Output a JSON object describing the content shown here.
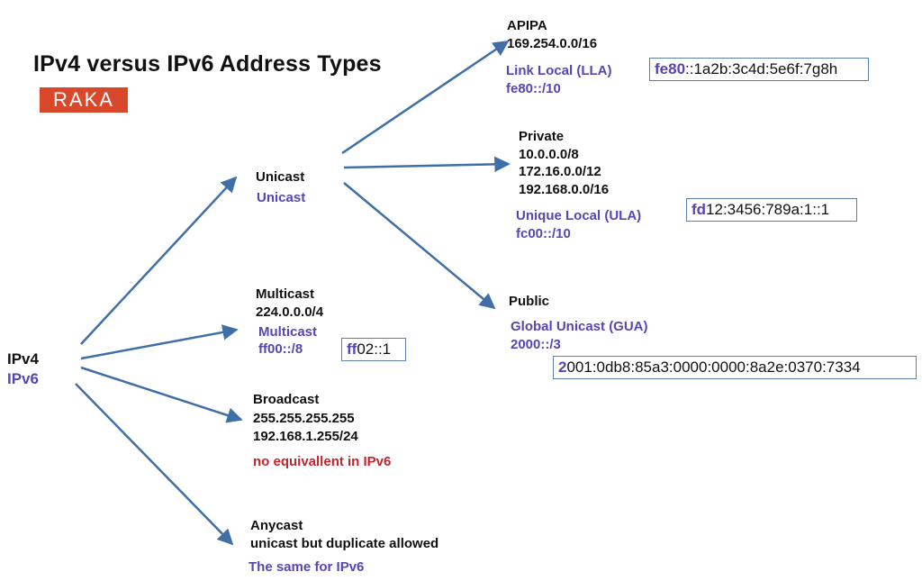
{
  "title": "IPv4 versus IPv6 Address Types",
  "logo": "RAKA",
  "root": {
    "ipv4": "IPv4",
    "ipv6": "IPv6"
  },
  "unicast": {
    "ipv4": "Unicast",
    "ipv6": "Unicast"
  },
  "multicast": {
    "ipv4_label": "Multicast",
    "ipv4_range": "224.0.0.0/4",
    "ipv6_label": "Multicast",
    "ipv6_range": "ff00::/8",
    "example_prefix": "ff",
    "example_rest": "02::1"
  },
  "broadcast": {
    "label": "Broadcast",
    "line1": "255.255.255.255",
    "line2": "192.168.1.255/24",
    "ipv6_note": "no equivallent in IPv6"
  },
  "anycast": {
    "label": "Anycast",
    "desc": "unicast but duplicate allowed",
    "ipv6_note": "The same for IPv6"
  },
  "apipa": {
    "label": "APIPA",
    "range": "169.254.0.0/16",
    "ipv6_label": "Link Local (LLA)",
    "ipv6_range": "fe80::/10",
    "example_prefix": "fe80",
    "example_rest": "::1a2b:3c4d:5e6f:7g8h"
  },
  "private": {
    "label": "Private",
    "range1": "10.0.0.0/8",
    "range2": "172.16.0.0/12",
    "range3": "192.168.0.0/16",
    "ipv6_label": "Unique Local (ULA)",
    "ipv6_range": "fc00::/10",
    "example_prefix": "fd",
    "example_rest": "12:3456:789a:1::1"
  },
  "public": {
    "label": "Public",
    "ipv6_label": "Global Unicast (GUA)",
    "ipv6_range": "2000::/3",
    "example_prefix": "2",
    "example_rest": "001:0db8:85a3:0000:0000:8a2e:0370:7334"
  },
  "colors": {
    "ipv4_text": "#111111",
    "ipv6_text": "#5a45b0",
    "note_red": "#c0272d",
    "arrow": "#3f6fa6",
    "logo_bg": "#d9482b",
    "box_border": "#5a7fa8"
  }
}
